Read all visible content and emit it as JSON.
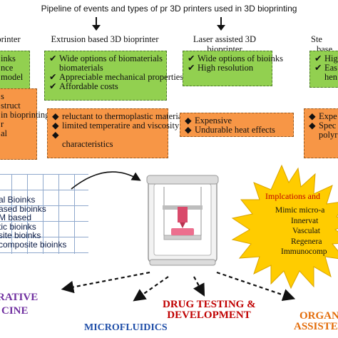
{
  "title": "Pipeline of events and types of pr 3D printers used in 3D bioprinting",
  "columns": [
    {
      "heading_lines": [
        "printer"
      ],
      "advantages": [
        "inks",
        "nce",
        "model"
      ],
      "disadvantages": [
        "struct",
        "in bioprinting",
        "r",
        "al"
      ]
    },
    {
      "heading_lines": [
        "Extrusion based 3D bioprinter"
      ],
      "advantages": [
        "Wide options of biomaterials",
        "Appreciable mechanical properties",
        "Affordable costs"
      ],
      "disadvantages": [
        "reluctant to thermoplastic materials",
        "limited temperatire and viscosity characteristics"
      ]
    },
    {
      "heading_lines": [
        "Laser assisted 3D",
        "bioprinter"
      ],
      "advantages": [
        "Wide options of bioinks",
        "High resolution"
      ],
      "disadvantages": [
        "Expensive",
        "Undurable heat effects"
      ]
    },
    {
      "heading_lines": [
        "Ste",
        "base"
      ],
      "advantages": [
        "Hig",
        "Eas",
        "hen"
      ],
      "disadvantages": [
        "Expe",
        "Spec",
        "polyr"
      ]
    }
  ],
  "bioinks": [
    "al Bioinks",
    "ased bioinks",
    "M based",
    "tic bioinks",
    "site bioinks",
    "composite bioinks"
  ],
  "implications": {
    "title": "Implcations and",
    "items": [
      "Mimic micro-a",
      "Innervat",
      "Vasculat",
      "Regenera",
      "Immunocomp"
    ]
  },
  "applications": [
    {
      "lines": [
        "RATIVE",
        "CINE"
      ],
      "color": "#7030a0"
    },
    {
      "lines": [
        "MICROFLUIDICS"
      ],
      "color": "#1f4ea8"
    },
    {
      "lines": [
        "DRUG TESTING &",
        "DEVELOPMENT"
      ],
      "color": "#c00000"
    },
    {
      "lines": [
        "ORGANO",
        "ASSISTED TE"
      ],
      "color": "#e36c09"
    }
  ],
  "colors": {
    "advantage_fill": "#92d050",
    "disadvantage_fill": "#f79646",
    "implications_star": "#ffcc00",
    "implications_title": "#c00000"
  }
}
